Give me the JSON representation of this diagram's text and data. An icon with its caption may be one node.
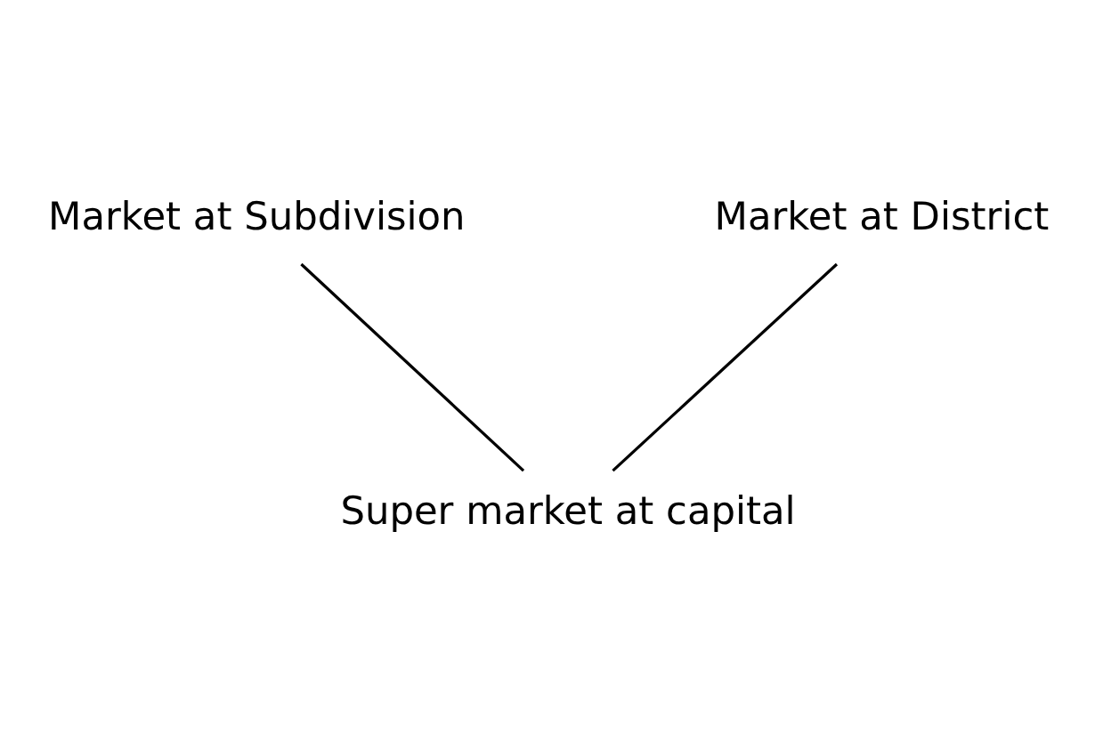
{
  "diagram": {
    "nodes": [
      {
        "text": [
          "Market at Subdivision"
        ]
      },
      {
        "text": [
          "Market at District"
        ]
      },
      {
        "text": [
          "Super market at capital"
        ]
      }
    ],
    "edges": [
      {
        "from": 0,
        "to": 2,
        "arrow": "none"
      },
      {
        "from": 1,
        "to": 2,
        "arrow": "none"
      }
    ]
  }
}
